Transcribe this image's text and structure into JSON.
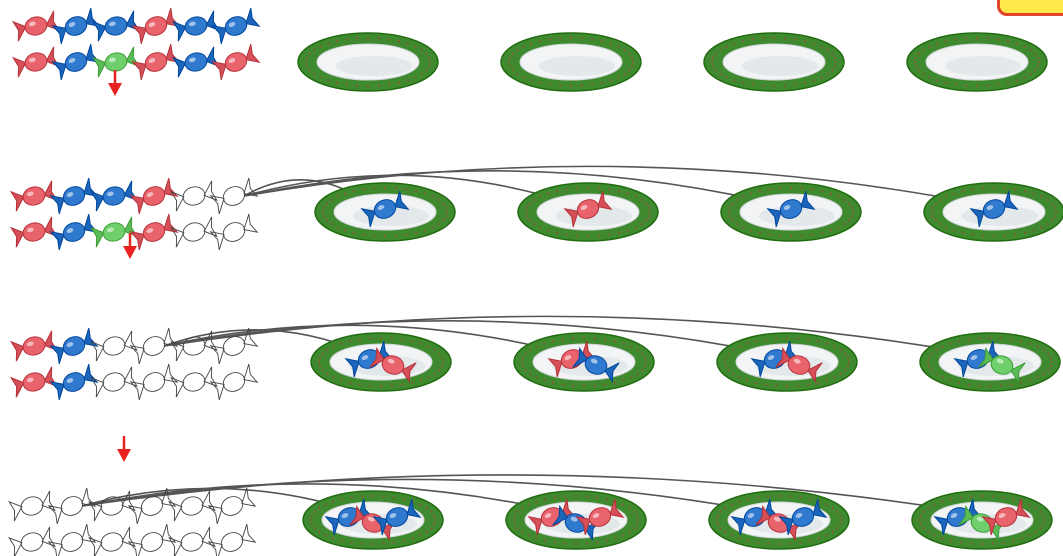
{
  "colors": {
    "red": "#e8636b",
    "blue": "#2f79cf",
    "green": "#6fcf6a",
    "plate_rim": "#3f8a2e",
    "plate_inner": "#f2f4f5",
    "arrow": "#e8231f",
    "path": "#555555",
    "badge_fill": "#ffe84a",
    "badge_border": "#e0452a"
  },
  "plate_count": 4,
  "rows": [
    {
      "pile": [
        "red",
        "blue",
        "blue",
        "red",
        "blue",
        "blue",
        "red",
        "blue",
        "green",
        "red",
        "blue",
        "red"
      ],
      "plates": [
        [],
        [],
        [],
        []
      ]
    },
    {
      "pile": [
        "red",
        "blue",
        "blue",
        "red",
        "empty",
        "empty",
        "red",
        "blue",
        "green",
        "red",
        "empty",
        "empty"
      ],
      "plates": [
        [
          "blue"
        ],
        [
          "red"
        ],
        [
          "blue"
        ],
        [
          "blue"
        ]
      ]
    },
    {
      "pile": [
        "red",
        "blue",
        "empty",
        "empty",
        "empty",
        "empty",
        "red",
        "blue",
        "empty",
        "empty",
        "empty",
        "empty"
      ],
      "plates": [
        [
          "blue",
          "red"
        ],
        [
          "red",
          "blue"
        ],
        [
          "blue",
          "red"
        ],
        [
          "blue",
          "green"
        ]
      ]
    },
    {
      "pile": [
        "empty",
        "empty",
        "empty",
        "empty",
        "empty",
        "empty",
        "empty",
        "empty",
        "empty",
        "empty",
        "empty",
        "empty"
      ],
      "plates": [
        [
          "blue",
          "red",
          "blue"
        ],
        [
          "red",
          "blue",
          "red"
        ],
        [
          "blue",
          "red",
          "blue"
        ],
        [
          "blue",
          "green",
          "red"
        ]
      ]
    }
  ]
}
